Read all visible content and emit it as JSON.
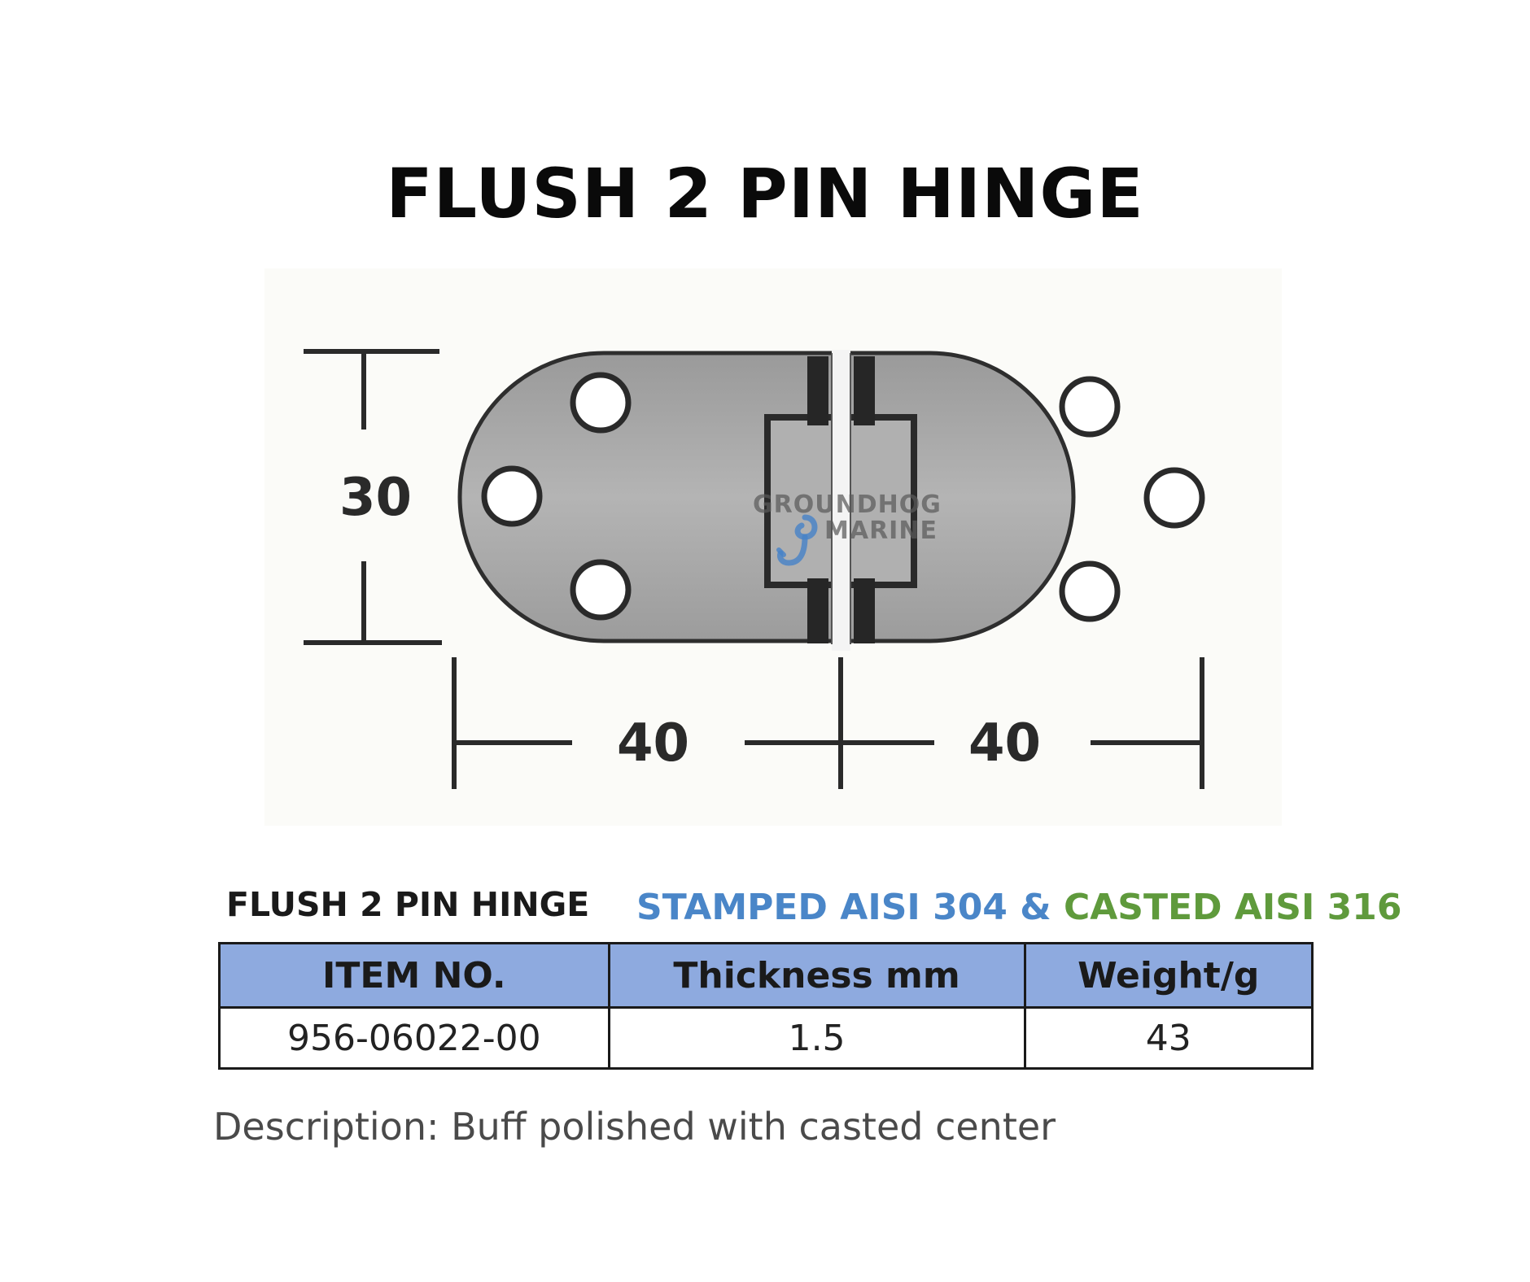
{
  "title": "FLUSH 2 PIN HINGE",
  "drawing": {
    "height_dim": "30",
    "left_width_dim": "40",
    "right_width_dim": "40"
  },
  "watermark": {
    "line1": "GROUNDHOG",
    "line2": "MARINE"
  },
  "spec": {
    "heading": "FLUSH 2 PIN HINGE",
    "material_stamped": "STAMPED AISI 304 &",
    "material_casted": "CASTED AISI 316",
    "material_stamped_color": "#4a86c8",
    "material_casted_color": "#5f9a3c",
    "header_color": "#8eaadf",
    "columns": [
      "ITEM NO.",
      "Thickness mm",
      "Weight/g"
    ],
    "rows": [
      [
        "956-06022-00",
        "1.5",
        "43"
      ]
    ]
  },
  "description": "Description: Buff polished with casted center"
}
